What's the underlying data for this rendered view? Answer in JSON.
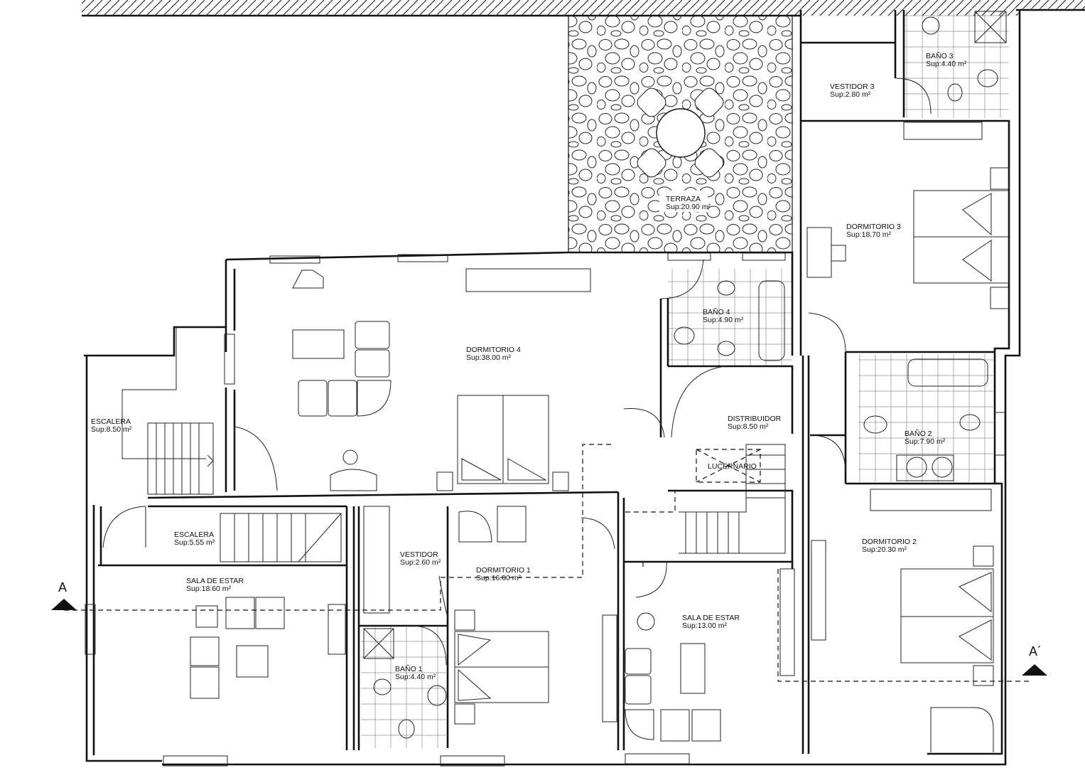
{
  "rooms": [
    {
      "id": "terraza",
      "name": "TERRAZA",
      "area": "Sup:20.90 m²"
    },
    {
      "id": "vestidor3",
      "name": "VESTIDOR 3",
      "area": "Sup:2.80 m²"
    },
    {
      "id": "bano3",
      "name": "BAÑO 3",
      "area": "Sup:4.40 m²"
    },
    {
      "id": "dormitorio3",
      "name": "DORMITORIO 3",
      "area": "Sup:18.70 m²"
    },
    {
      "id": "bano4",
      "name": "BAÑO 4",
      "area": "Sup:4.90 m²"
    },
    {
      "id": "dormitorio4",
      "name": "DORMITORIO 4",
      "area": "Sup:38.00 m²"
    },
    {
      "id": "escalera1",
      "name": "ESCALERA",
      "area": "Sup:8.50 m²"
    },
    {
      "id": "distribuidor",
      "name": "DISTRIBUIDOR",
      "area": "Sup:8.50 m²"
    },
    {
      "id": "bano2",
      "name": "BAÑO 2",
      "area": "Sup:7.90 m²"
    },
    {
      "id": "escalera2",
      "name": "ESCALERA",
      "area": "Sup:5.55 m²"
    },
    {
      "id": "vestidor",
      "name": "VESTIDOR",
      "area": "Sup:2.60 m²"
    },
    {
      "id": "sala1",
      "name": "SALA DE ESTAR",
      "area": "Sup:18.60 m²"
    },
    {
      "id": "dormitorio1",
      "name": "DORMITORIO 1",
      "area": "Sup:16.00 m²"
    },
    {
      "id": "bano1",
      "name": "BAÑO 1",
      "area": "Sup:4.40 m²"
    },
    {
      "id": "sala2",
      "name": "SALA DE ESTAR",
      "area": "Sup:13.00 m²"
    },
    {
      "id": "dormitorio2",
      "name": "DORMITORIO 2",
      "area": "Sup:20.30 m²"
    }
  ],
  "lucernario": "LUCERNARIO",
  "section_marks": {
    "left": "A",
    "right": "A´"
  }
}
